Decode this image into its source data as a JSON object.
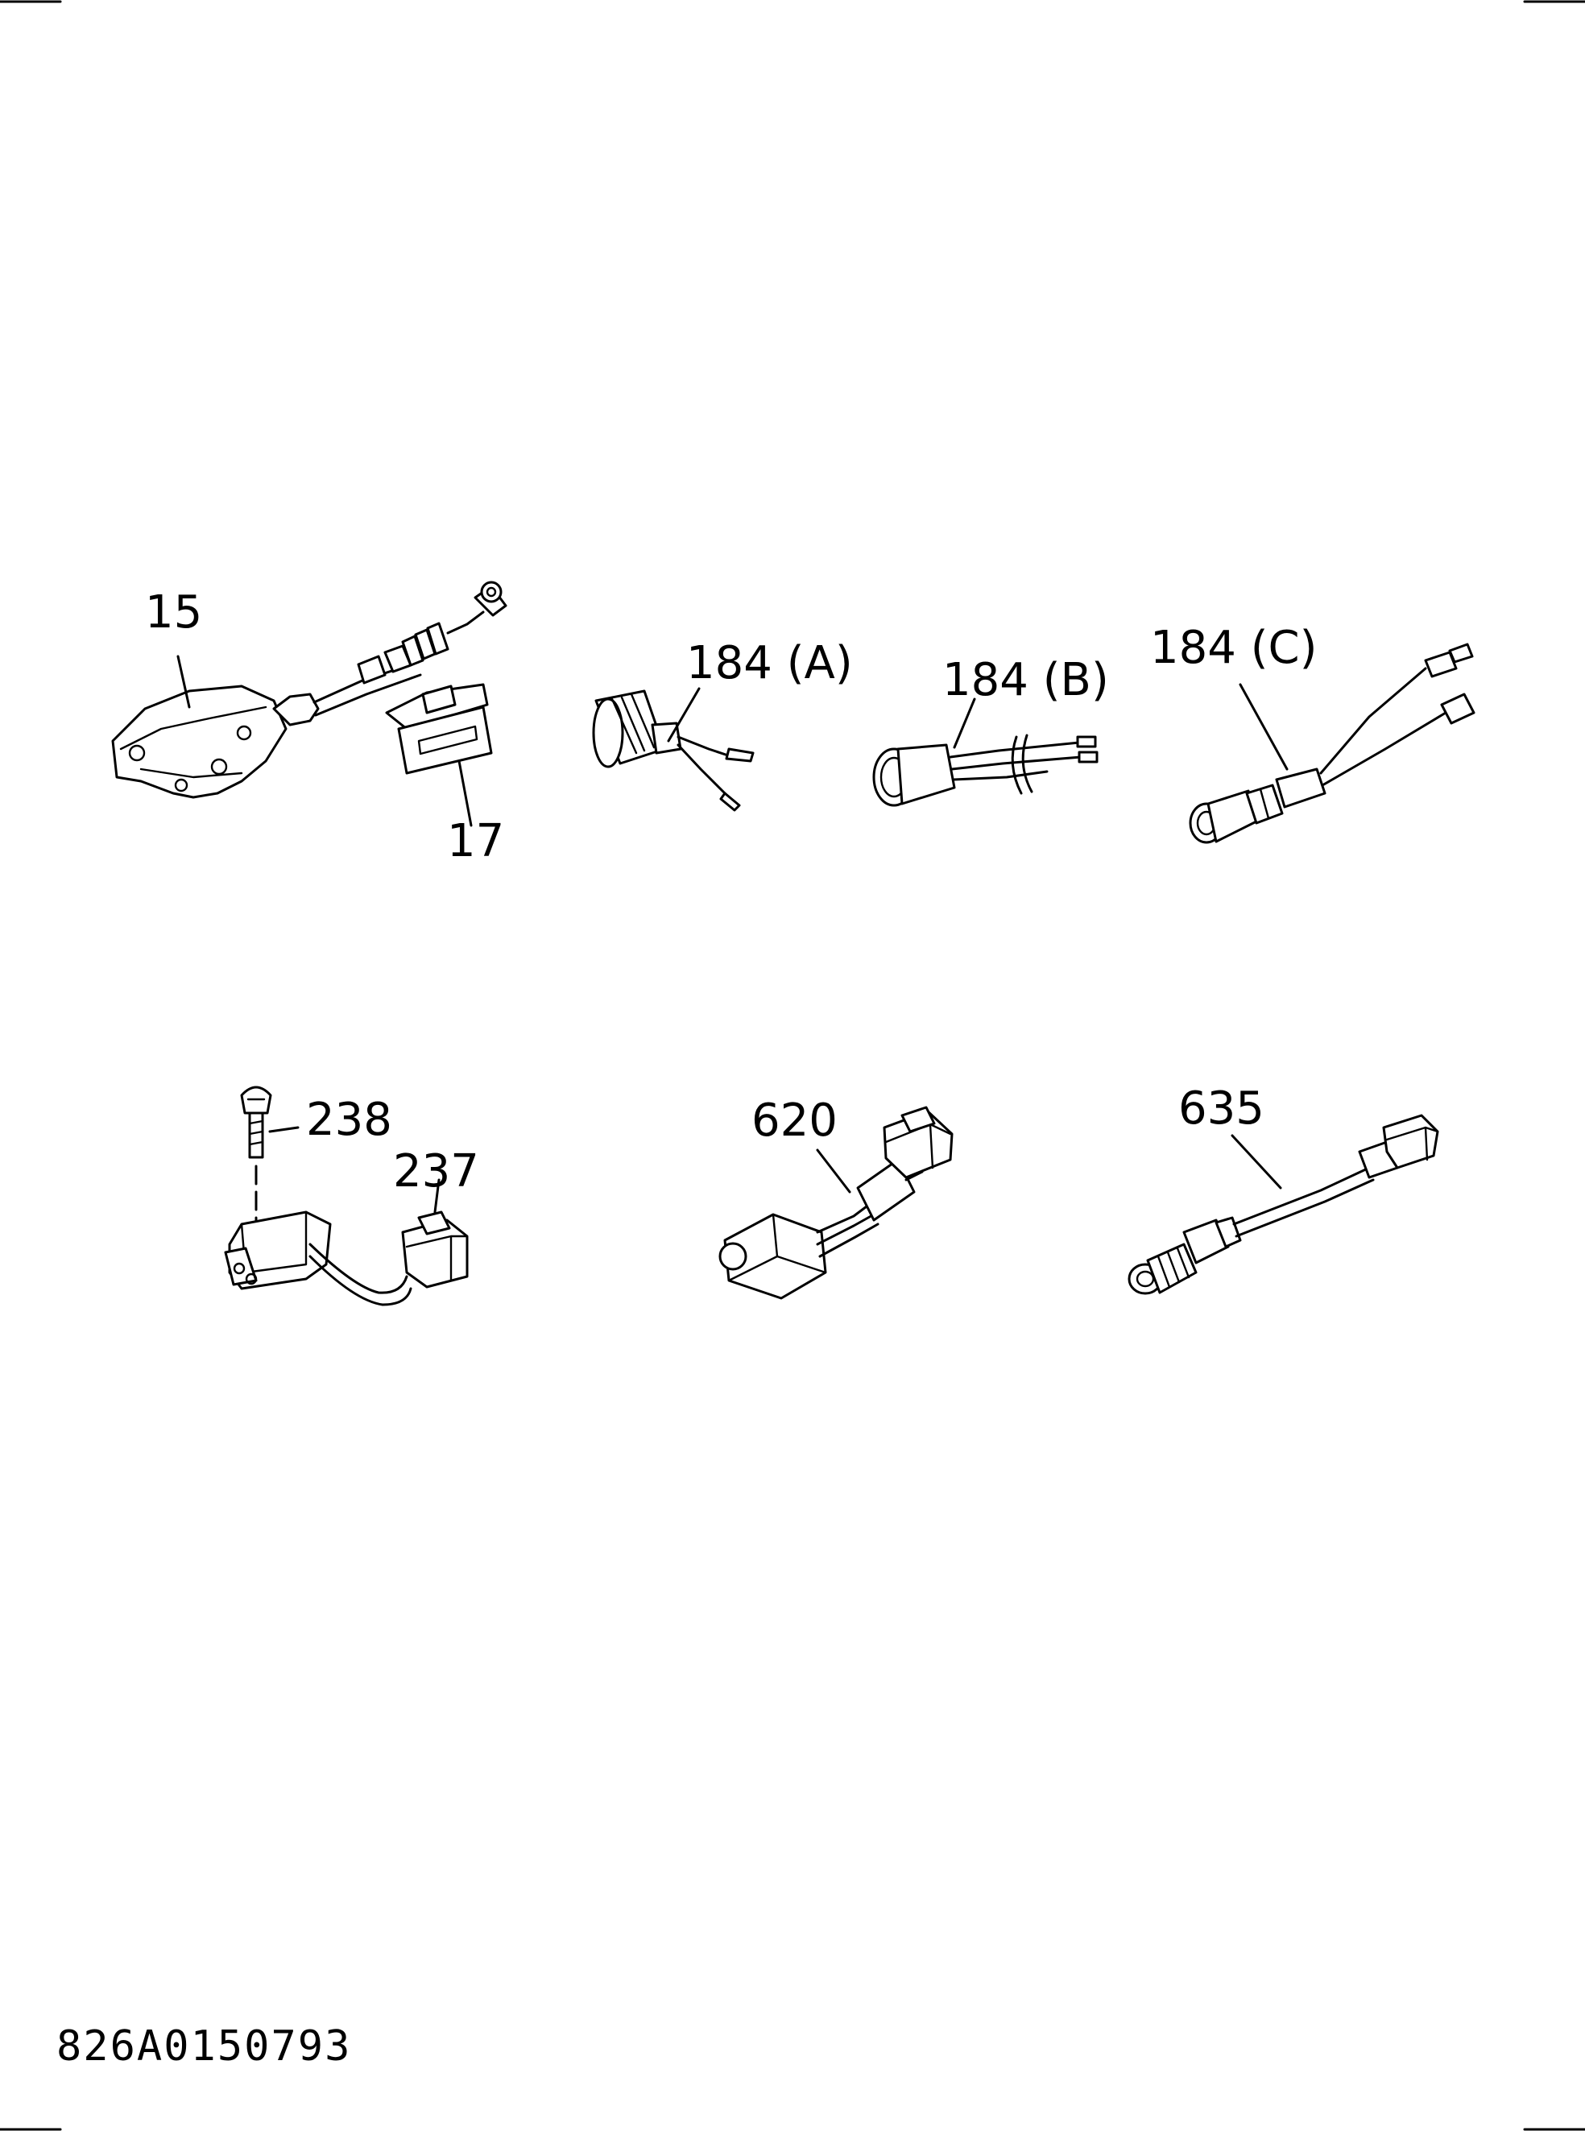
{
  "labels": {
    "p15": "15",
    "p17": "17",
    "p184a": "184 (A)",
    "p184b": "184 (B)",
    "p184c": "184 (C)",
    "p238": "238",
    "p237": "237",
    "p620": "620",
    "p635": "635"
  },
  "drawing_code": "826A0150793"
}
